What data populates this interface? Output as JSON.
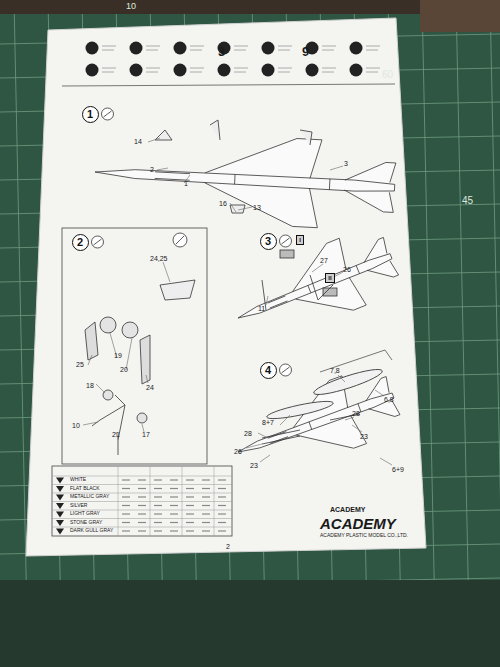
{
  "diagram": {
    "nodes": [
      {
        "text": [
          "1"
        ]
      },
      {
        "text": [
          "2"
        ]
      },
      {
        "text": [
          "3"
        ]
      },
      {
        "text": [
          "4"
        ]
      },
      {
        "text": [
          "I"
        ]
      },
      {
        "text": [
          "II"
        ]
      }
    ],
    "labels": [
      "10",
      "60",
      "45",
      "3",
      "9",
      "14",
      "13",
      "16",
      "3",
      "1",
      "2",
      "24,25",
      "25",
      "19",
      "20",
      "24",
      "18",
      "10",
      "21",
      "17",
      "27",
      "26",
      "11",
      "7,8",
      "6,8",
      "8+7",
      "28",
      "28",
      "26",
      "23",
      "23",
      "6+9",
      "2",
      "ACADEMY",
      "ACADEMY",
      "ACADEMY PLASTIC MODEL CO.,LTD.",
      "WHITE",
      "FLAT BLACK",
      "METALLIC GRAY",
      "SILVER",
      "LIGHT GRAY",
      "STONE GRAY",
      "DARK GULL GRAY"
    ]
  }
}
